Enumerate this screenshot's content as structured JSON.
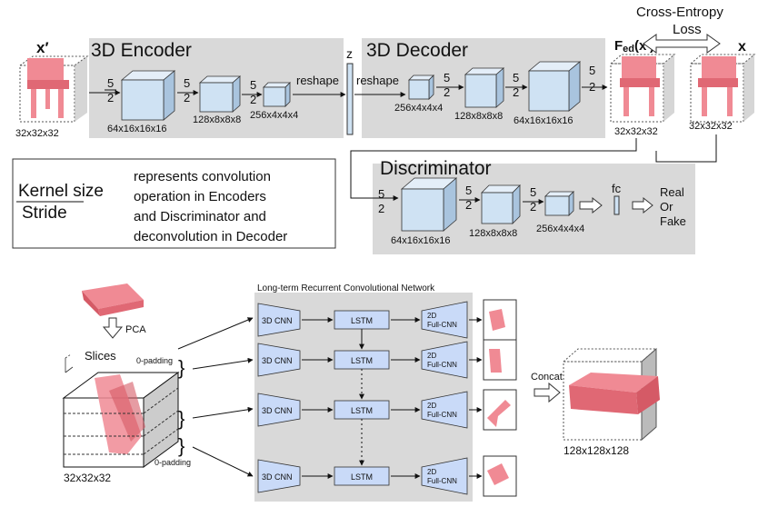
{
  "top": {
    "encoder_title": "3D Encoder",
    "decoder_title": "3D Decoder",
    "discriminator_title": "Discriminator",
    "loss_line1": "Cross-Entropy",
    "loss_line2": "Loss",
    "x_prime": "x′",
    "x": "x",
    "fed_label": "F",
    "fed_sub": "ed",
    "fed_arg": "(x′)",
    "z": "z",
    "fc": "fc",
    "reshape_enc": "reshape",
    "reshape_dec": "reshape",
    "k5": "5",
    "s2": "2",
    "dims": {
      "input": "32x32x32",
      "e1": "64x16x16x16",
      "e2": "128x8x8x8",
      "e3": "256x4x4x4",
      "d1": "256x4x4x4",
      "d2": "128x8x8x8",
      "d3": "64x16x16x16",
      "out1": "32x32x32",
      "out2": "32x32x32",
      "c1": "64x16x16x16",
      "c2": "128x8x8x8",
      "c3": "256x4x4x4"
    },
    "real_or_fake": [
      "Real",
      "Or",
      "Fake"
    ]
  },
  "legend": {
    "kernel": "Kernel size",
    "stride": "Stride",
    "text": [
      "represents convolution",
      "operation in Encoders",
      "and Discriminator and",
      "deconvolution in Decoder"
    ]
  },
  "bottom": {
    "network_title": "Long-term Recurrent Convolutional Network",
    "pca": "PCA",
    "slices": "Slices",
    "padding": "0-padding",
    "cube_dim": "32x32x32",
    "cnn3d": "3D CNN",
    "lstm": "LSTM",
    "cnn2d_line1": "2D",
    "cnn2d_line2": "Full-CNN",
    "concat": "Concat",
    "out_dim": "128x128x128"
  },
  "colors": {
    "box_fill": "#d9d9d9",
    "block_front": "#cfe2f3",
    "block_top": "#e4eef8",
    "block_side": "#a9c4de",
    "voxel": "#f08a94",
    "voxel_dark": "#d55a66",
    "module_fill": "#c9daf8"
  }
}
